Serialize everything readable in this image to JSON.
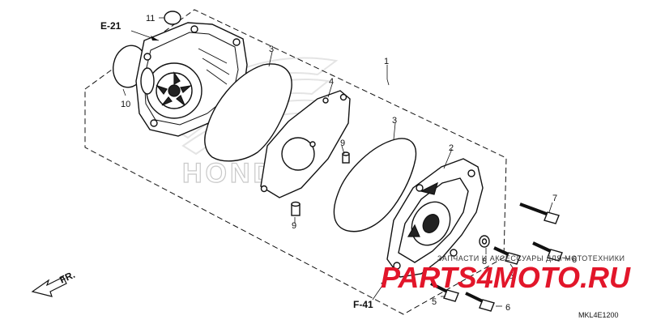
{
  "diagram": {
    "refs": {
      "e21": "E-21",
      "f41": "F-41"
    },
    "front_label": "FR.",
    "code": "MKL4E1200",
    "callouts": [
      "1",
      "2",
      "3",
      "3",
      "4",
      "5",
      "5",
      "6",
      "6",
      "7",
      "8",
      "9",
      "9",
      "10",
      "11"
    ]
  },
  "watermark": {
    "logo_text": "HONDA",
    "site_text": "PARTS4MOTO.RU",
    "tagline": "ЗАПЧАСТИ И АКСЕССУАРЫ ДЛЯ МОТОТЕХНИКИ"
  }
}
